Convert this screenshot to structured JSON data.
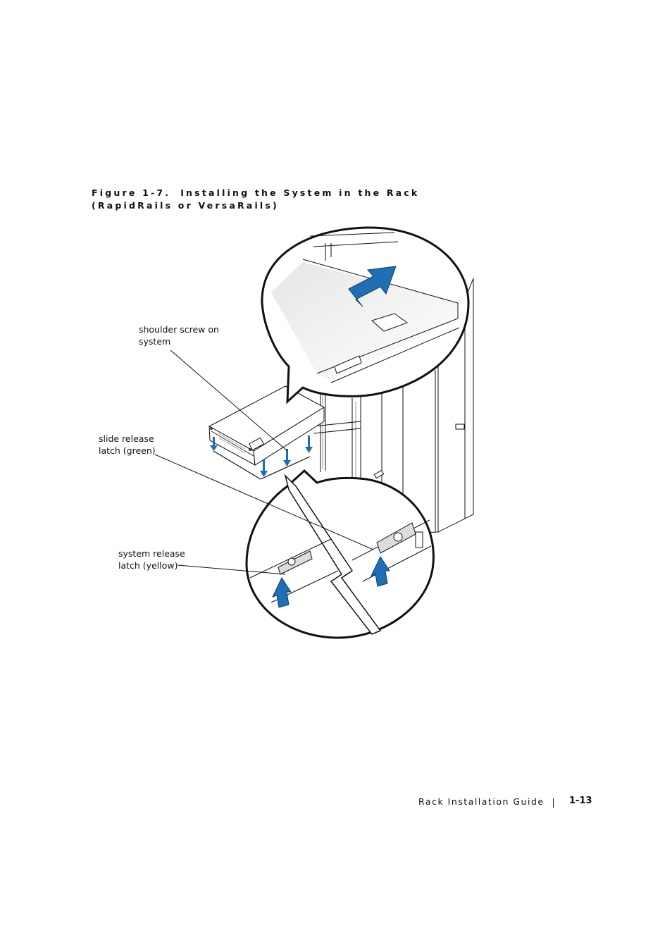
{
  "figure": {
    "number": "Figure 1-7.",
    "title": "Installing the System in the Rack (RapidRails or VersaRails)"
  },
  "callouts": {
    "shoulder_screw_line1": "shoulder screw on",
    "shoulder_screw_line2": "system",
    "slide_release_line1": "slide release",
    "slide_release_line2": "latch (green)",
    "system_release_line1": "system release",
    "system_release_line2": "latch (yellow)"
  },
  "footer": {
    "guide_title": "Rack Installation Guide",
    "page_number": "1-13"
  },
  "colors": {
    "arrow_blue": "#1f6fb5",
    "line": "#111111"
  }
}
